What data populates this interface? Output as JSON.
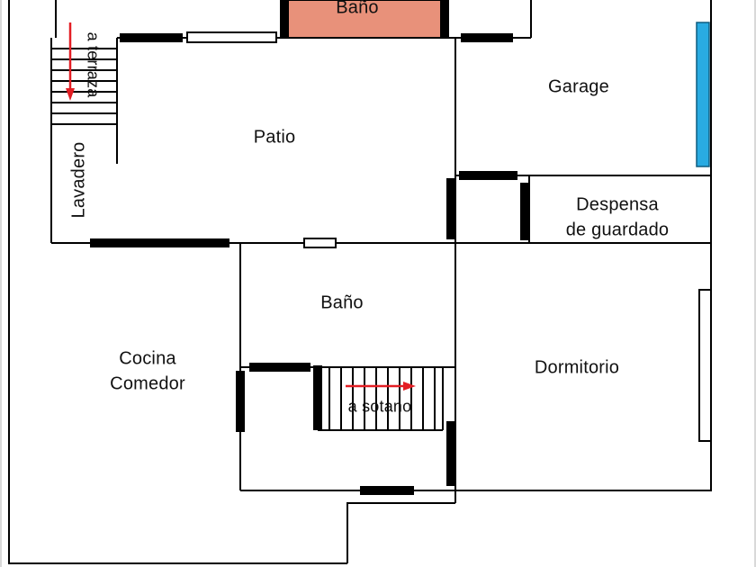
{
  "rooms": {
    "bath_top": "Baño",
    "garage": "Garage",
    "patio": "Patio",
    "lavadero": "Lavadero",
    "despensa_line1": "Despensa",
    "despensa_line2": "de guardado",
    "bath_main": "Baño",
    "cocina_line1": "Cocina",
    "cocina_line2": "Comedor",
    "dormitorio": "Dormitorio"
  },
  "annotations": {
    "to_terrace": "a terraza",
    "to_basement": "a sotano",
    "terrace_arrow_icon": "down-arrow-icon",
    "basement_arrow_icon": "right-arrow-icon"
  },
  "colors": {
    "bath_fill": "#E8917A",
    "door_blue": "#29ABE2",
    "arrow_red": "#E31E24",
    "wall": "#000000"
  }
}
